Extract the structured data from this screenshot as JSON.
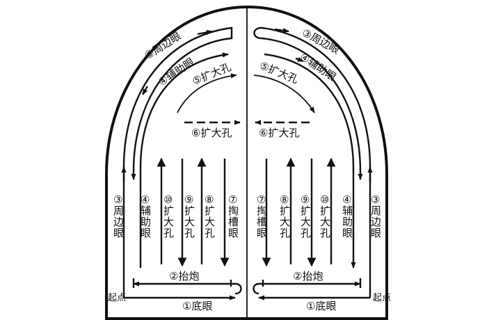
{
  "diagram": {
    "left_side": {
      "perimeter_top": "③周边眼",
      "auxiliary_top": "④辅助眼",
      "enlarge_5": "⑤扩大孔",
      "enlarge_6": "⑥扩大孔",
      "columns": {
        "perimeter": [
          "③",
          "周",
          "边",
          "眼"
        ],
        "auxiliary": [
          "④",
          "辅",
          "助",
          "眼"
        ],
        "enlarge_10": [
          "⑩",
          "扩",
          "大",
          "孔"
        ],
        "enlarge_9": [
          "⑨",
          "扩",
          "大",
          "孔"
        ],
        "enlarge_8": [
          "⑧",
          "扩",
          "大",
          "孔"
        ],
        "cut_7": [
          "⑦",
          "掏",
          "槽",
          "眼"
        ]
      },
      "lifter": "②抬炮",
      "bottom": "①底眼",
      "start": "起点"
    },
    "right_side": {
      "perimeter_top": "③周边眼",
      "auxiliary_top": "④辅助眼",
      "enlarge_5": "⑤扩大孔",
      "enlarge_6": "⑥扩大孔",
      "columns": {
        "cut_7": [
          "⑦",
          "掏",
          "槽",
          "眼"
        ],
        "enlarge_8": [
          "⑧",
          "扩",
          "大",
          "孔"
        ],
        "enlarge_9": [
          "⑨",
          "扩",
          "大",
          "孔"
        ],
        "enlarge_10": [
          "⑩",
          "扩",
          "大",
          "孔"
        ],
        "auxiliary": [
          "④",
          "辅",
          "助",
          "眼"
        ],
        "perimeter": [
          "③",
          "周",
          "边",
          "眼"
        ]
      },
      "lifter": "②抬炮",
      "bottom": "①底眼",
      "start": "起点"
    }
  }
}
